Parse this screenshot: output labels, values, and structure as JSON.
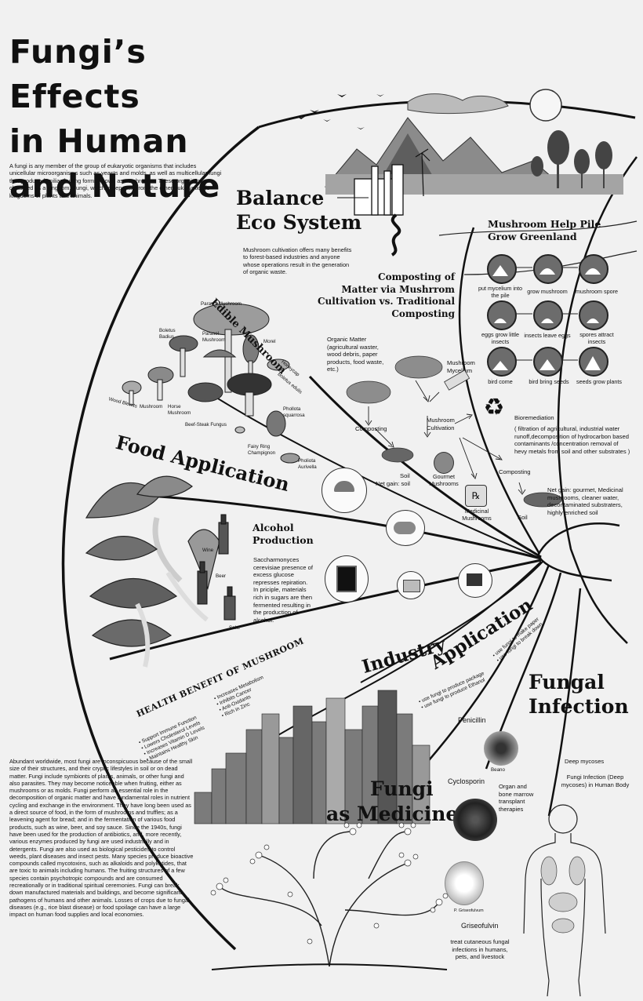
{
  "title": {
    "line1": "Fungi’s Effects",
    "line2": "in Human",
    "line3": "and Nature"
  },
  "intro": "A fungi is any member of the group of eukaryotic organisms that includes unicellular microorganisms such as yeasts and molds, as well as multicellular fungi that produce familiar fruiting forms known as mushrooms. These organisms are classified as a kingdom, Fungi, which is separate from the other eukaryotic life kingdoms of plants and animals.",
  "balance": {
    "title1": "Balance",
    "title2": "Eco System",
    "text": "Mushroom cultivation offers many benefits to forest-based industries and anyone whose operations result in the generation of organic waste."
  },
  "greenland": {
    "title1": "Mushroom Help Pile",
    "title2": "Grow Greenland",
    "steps": [
      "put mycelium into the pile",
      "grow mushroom",
      "mushroom spore",
      "eggs grow little insects",
      "insects leave eggs",
      "spores attract insects",
      "bird come",
      "bird bring seeds",
      "seeds grow plants"
    ]
  },
  "composting": {
    "title1": "Composting of",
    "title2": "Matter via Mushrrom",
    "title3": "Cultivation vs. Traditional",
    "title4": "Composting",
    "organic": "Organic Matter (agricultural waster, wood debris, paper products, food waste, etc.)",
    "mycelium": "Mushroom Mycelium",
    "composting_left": "Composting",
    "cultivation": "Mushroom Cultivation",
    "soil_left": "Soil",
    "net_gain_left": "Net gain: soil",
    "gourmet": "Gourmet Mushrooms",
    "medicinal": "Medicinal Mushrooms",
    "bioremediation": "Bioremediation",
    "bioremediation_detail": "( filtration of agricultural, industrial water runoff,decomposition of hydrocarbon based contaminants /concentration removal of hevy metals from soil and other substrates )",
    "composting_right": "Composting",
    "soil_right": "Soil",
    "net_gain_right": "Net gain: gourmet, Medicinal mushrooms, cleaner water, decontaminated substraters, highly enriched soil"
  },
  "edible": {
    "title": "Edible Mushroom",
    "species": [
      "Parasol Mushroom",
      "Boletus Badius",
      "Parasol Mushroom",
      "Morel",
      "Honeycap",
      "Boletus edulis",
      "Wood Blewits",
      "Mushroom",
      "Horse Mushroom",
      "Beef-Steak Fungus",
      "Fairy Ring Champignon",
      "Phollota squarrosa",
      "Pholiota Aurivella"
    ]
  },
  "food": {
    "title": "Food Application",
    "alcohol_title1": "Alcohol",
    "alcohol_title2": "Production",
    "alcohol_text": "Saccharmonyces cerevisiae presence of excess glucose represses repiration. In priciple, materials rich in sugars are then fermented resulting in the production of alcohol.",
    "wine": "Wine",
    "beer": "Beer",
    "sake": "Sake"
  },
  "health": {
    "title": "HEALTH BENEFIT OF MUSHROOM",
    "col1": [
      "Support Immune Function",
      "Lowers Cholesterol Levels",
      "Increases Vitamin D Levels",
      "Maintains Healthy Skin"
    ],
    "col2": [
      "Increases Metabolism",
      "Inhibits Cancer",
      "Anti-Oxidants",
      "Rich in Zinc"
    ]
  },
  "industry": {
    "title1": "Industry",
    "title2": "Application",
    "items": [
      "use fungi to produce package",
      "use fungi to produce Ethanol",
      "use fungi to make paper",
      "use fungi to break down"
    ]
  },
  "infection": {
    "title1": "Fungal",
    "title2": "Infection",
    "deep": "Deep mycoses",
    "body": "Fungi Infection (Deep mycoses) in Human Body"
  },
  "medicine": {
    "title1": "Fungi",
    "title2": "as Medicine",
    "penicillin": "Penicillin",
    "beano": "Beano",
    "cyclosporin": "Cyclosporin",
    "cyclosporin_use": "Organ and bone marrow transplant therapies",
    "griseo_small": "P. Griseofulvum",
    "griseofulvin": "Griseofulvin",
    "griseo_use": "treat cutaneous fungal infections in humans, pets, and livestock"
  },
  "body_text": "Abundant worldwide, most fungi are inconspicuous because of the small size of their structures, and their cryptic lifestyles in soil or on dead matter. Fungi include symbionts of plants, animals, or other fungi and also parasites. They may become noticeable when fruiting, either as mushrooms or as molds. Fungi perform an essential role in the decomposition of organic matter and have fundamental roles in nutrient cycling and exchange in the environment. They have long been used as a direct source of food, in the form of mushrooms and truffles; as a leavening agent for bread; and in the fermentation of various food products, such as wine, beer, and soy sauce. Since the 1940s, fungi have been used for the production of antibiotics, and, more recently, various enzymes produced by fungi are used industrially and in detergents. Fungi are also used as biological pesticides to control weeds, plant diseases and insect pests. Many species produce bioactive compounds called mycotoxins, such as alkaloids and polyketides, that are toxic to animals including humans. The fruiting structures of a few species contain psychotropic compounds and are consumed recreationally or in traditional spiritual ceremonies. Fungi can break down manufactured materials and buildings, and become significant pathogens of humans and other animals. Losses of crops due to fungal diseases (e.g., rice blast disease) or food spoilage can have a large impact on human food supplies and local economies."
}
